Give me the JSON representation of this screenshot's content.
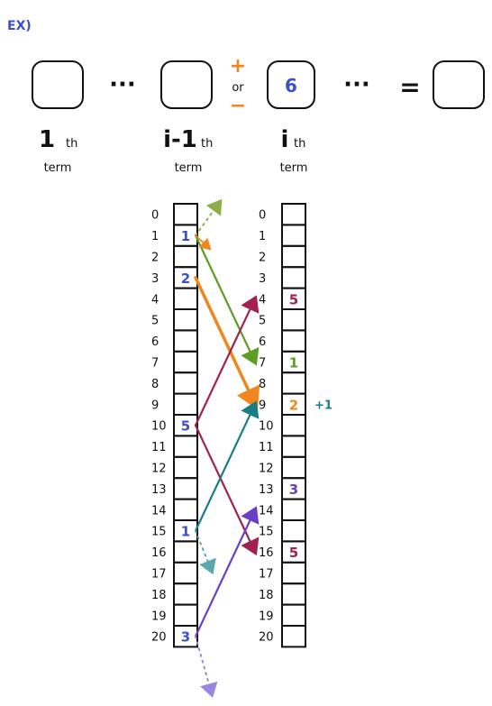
{
  "heading": "EX)",
  "top_row": {
    "ellipsis": "···",
    "ellipsis2": "···",
    "equals": "=",
    "plus": "+",
    "or": "or",
    "minus": "−",
    "ith_value": "6",
    "labels": [
      {
        "main": "1",
        "sub": "th",
        "word": "term"
      },
      {
        "main": "i-1",
        "sub": "th",
        "word": "term"
      },
      {
        "main": "i",
        "sub": "th",
        "word": "term"
      }
    ]
  },
  "left_column": {
    "indices": [
      "0",
      "1",
      "2",
      "3",
      "4",
      "5",
      "6",
      "7",
      "8",
      "9",
      "10",
      "11",
      "12",
      "13",
      "14",
      "15",
      "16",
      "17",
      "18",
      "19",
      "20"
    ],
    "values": [
      {
        "index": 1,
        "value": "1"
      },
      {
        "index": 3,
        "value": "2"
      },
      {
        "index": 10,
        "value": "5"
      },
      {
        "index": 15,
        "value": "1"
      },
      {
        "index": 20,
        "value": "3"
      }
    ]
  },
  "right_column": {
    "indices": [
      "0",
      "1",
      "2",
      "3",
      "4",
      "5",
      "6",
      "7",
      "8",
      "9",
      "10",
      "11",
      "12",
      "13",
      "14",
      "15",
      "16",
      "17",
      "18",
      "19",
      "20"
    ],
    "values": [
      {
        "index": 4,
        "value": "5",
        "color": "#a3214f"
      },
      {
        "index": 7,
        "value": "1",
        "color": "#5a9e22"
      },
      {
        "index": 9,
        "value": "2",
        "color": "#f0861d"
      },
      {
        "index": 13,
        "value": "3",
        "color": "#6a3fc8"
      },
      {
        "index": 16,
        "value": "5",
        "color": "#a3214f"
      }
    ],
    "note": {
      "index": 9,
      "text": "+1"
    }
  },
  "colors": {
    "blue": "#3b4fd0",
    "green": "#5a9e22",
    "orange": "#f0861d",
    "crimson": "#a3214f",
    "teal": "#177e89",
    "purple": "#6a3fc8",
    "stroke": "#111111"
  },
  "arrows": [
    {
      "from_index": 1,
      "to_index": 7,
      "color": "#5a9e22",
      "style": "solid"
    },
    {
      "from_index": 1,
      "to_index": -1,
      "color": "#8bb04a",
      "style": "dotted-up"
    },
    {
      "from_index": 1,
      "to_index": 2,
      "color": "#f0861d",
      "style": "small-up"
    },
    {
      "from_index": 3,
      "to_index": 9,
      "color": "#f0861d",
      "style": "solid-thick"
    },
    {
      "from_index": 10,
      "to_index": 4,
      "color": "#a3214f",
      "style": "solid"
    },
    {
      "from_index": 10,
      "to_index": 16,
      "color": "#a3214f",
      "style": "solid"
    },
    {
      "from_index": 15,
      "to_index": 9,
      "color": "#177e89",
      "style": "solid"
    },
    {
      "from_index": 15,
      "to_index": 17,
      "color": "#5aa8ae",
      "style": "dotted-down"
    },
    {
      "from_index": 20,
      "to_index": 14,
      "color": "#6a3fc8",
      "style": "solid"
    },
    {
      "from_index": 20,
      "to_index": 22,
      "color": "#9b86e0",
      "style": "dotted-down"
    }
  ]
}
